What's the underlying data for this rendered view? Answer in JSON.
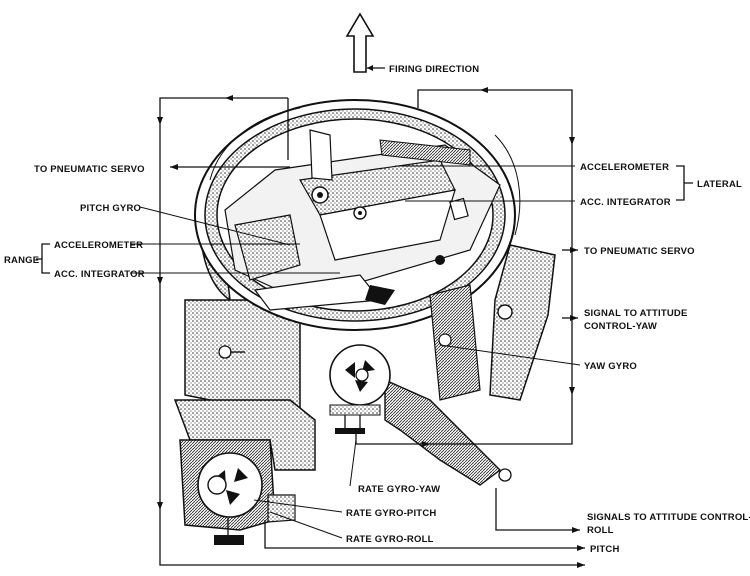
{
  "labels": {
    "firing_direction": "FIRING DIRECTION",
    "to_pneumatic_servo_left": "TO PNEUMATIC SERVO",
    "pitch_gyro": "PITCH GYRO",
    "range": "RANGE",
    "accelerometer_range": "ACCELEROMETER",
    "acc_integrator_range": "ACC. INTEGRATOR",
    "accelerometer_lateral": "ACCELEROMETER",
    "acc_integrator_lateral": "ACC. INTEGRATOR",
    "lateral": "LATERAL",
    "to_pneumatic_servo_right": "TO PNEUMATIC SERVO",
    "signal_attitude_yaw_1": "SIGNAL TO ATTITUDE",
    "signal_attitude_yaw_2": "CONTROL-YAW",
    "yaw_gyro": "YAW GYRO",
    "rate_gyro_yaw": "RATE GYRO-YAW",
    "rate_gyro_pitch": "RATE GYRO-PITCH",
    "rate_gyro_roll": "RATE GYRO-ROLL",
    "signals_attitude_1": "SIGNALS TO ATTITUDE CONTROL-",
    "roll": "ROLL",
    "pitch": "PITCH"
  }
}
